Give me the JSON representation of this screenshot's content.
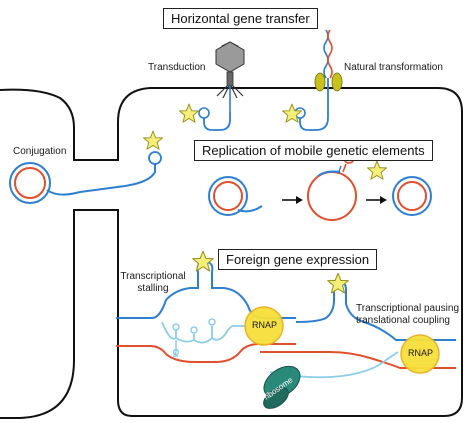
{
  "titles": {
    "horizontal_gene_transfer": "Horizontal gene transfer",
    "replication": "Replication of mobile genetic elements",
    "foreign_gene_expression": "Foreign gene expression"
  },
  "labels": {
    "transduction": "Transduction",
    "natural_transformation": "Natural transformation",
    "conjugation": "Conjugation",
    "transcriptional_stalling_line1": "Transcriptional",
    "transcriptional_stalling_line2": "stalling",
    "pausing_line1": "Transcriptional pausing",
    "pausing_line2": "translational coupling",
    "rnap_left": "RNAP",
    "rnap_right": "RNAP",
    "ribosome": "ribosome"
  },
  "colors": {
    "dna_blue": "#2f7fd0",
    "dna_red": "#e0502e",
    "rna_light_blue": "#8ccde8",
    "star_fill": "#f4ef7a",
    "rnap_fill": "#f7df3a",
    "ribosome_fill": "#2a8a7a",
    "protein_green": "#c8c21c",
    "phage_gray": "#8a8a8a"
  }
}
